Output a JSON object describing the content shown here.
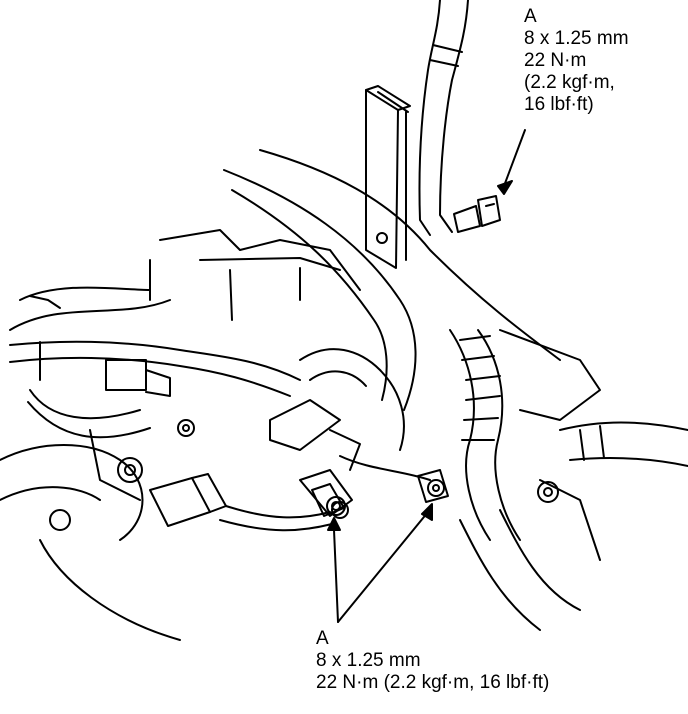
{
  "callouts": {
    "top": {
      "letter": "A",
      "size": "8 x 1.25 mm",
      "torque": "22 N·m",
      "torque_alt1": "(2.2 kgf·m,",
      "torque_alt2": "16 lbf·ft)"
    },
    "bottom": {
      "letter": "A",
      "size": "8 x 1.25 mm",
      "torque": "22 N·m (2.2 kgf·m, 16 lbf·ft)"
    }
  },
  "colors": {
    "line": "#000000",
    "background": "#ffffff"
  }
}
